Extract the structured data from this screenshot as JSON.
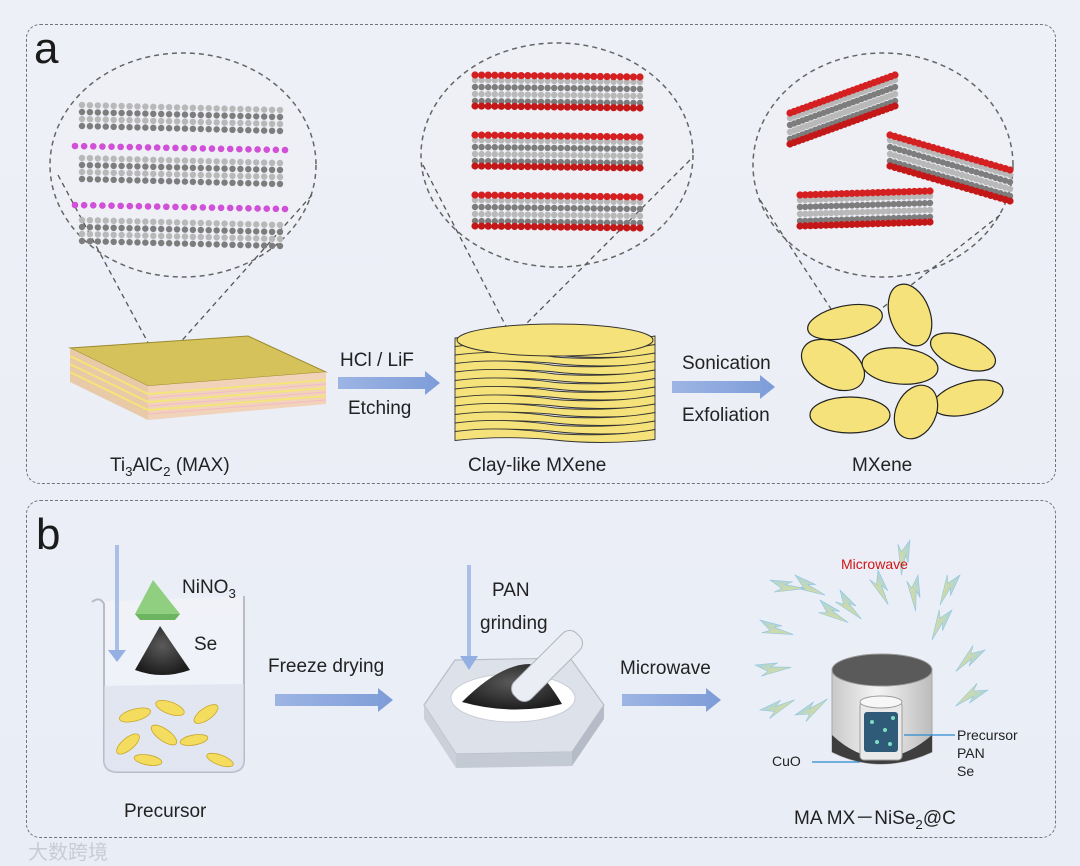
{
  "panel_a": {
    "label": "a",
    "steps": [
      {
        "label_main": "Ti",
        "label_sub1": "3",
        "label_mid": "AlC",
        "label_sub2": "2",
        "label_end": " (MAX)"
      },
      {
        "label": "Clay-like MXene"
      },
      {
        "label": "MXene"
      }
    ],
    "arrow1": {
      "top": "HCl / LiF",
      "bottom": "Etching"
    },
    "arrow2": {
      "top": "Sonication",
      "bottom": "Exfoliation"
    }
  },
  "panel_b": {
    "label": "b",
    "beaker": {
      "reagent1_main": "NiNO",
      "reagent1_sub": "3",
      "reagent2": "Se",
      "caption": "Precursor"
    },
    "arrow1": "Freeze drying",
    "mortar": {
      "top": "PAN",
      "bottom": "grinding"
    },
    "arrow2": "Microwave",
    "reactor": {
      "microwave_label": "Microwave",
      "labels": [
        "Precursor",
        "PAN",
        "Se"
      ],
      "cuo_label": "CuO",
      "caption_main": "MA  MX－NiSe",
      "caption_sub": "2",
      "caption_end": "@C"
    }
  },
  "watermark": "大数跨境",
  "colors": {
    "mxene": "#f6e27a",
    "oxygen": "#d42020",
    "ti": "#9a9a9a",
    "al": "#d050d8",
    "arrow": "#8aa8dc",
    "microwave_text": "#d01515"
  }
}
